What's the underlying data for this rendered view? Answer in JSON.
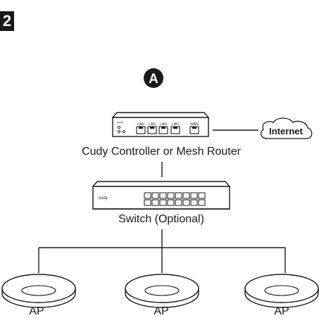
{
  "step_number": "2",
  "diagram_marker": "A",
  "router": {
    "brand": "cudy",
    "ports": [
      "LAN",
      "LAN",
      "LAN",
      "LAN",
      "WAN"
    ],
    "caption": "Cudy Controller or Mesh Router"
  },
  "internet": {
    "label": "Internet"
  },
  "switch": {
    "brand": "cudy",
    "caption": "Switch (Optional)"
  },
  "access_points": [
    {
      "label": "AP"
    },
    {
      "label": "AP"
    },
    {
      "label": "AP"
    }
  ]
}
